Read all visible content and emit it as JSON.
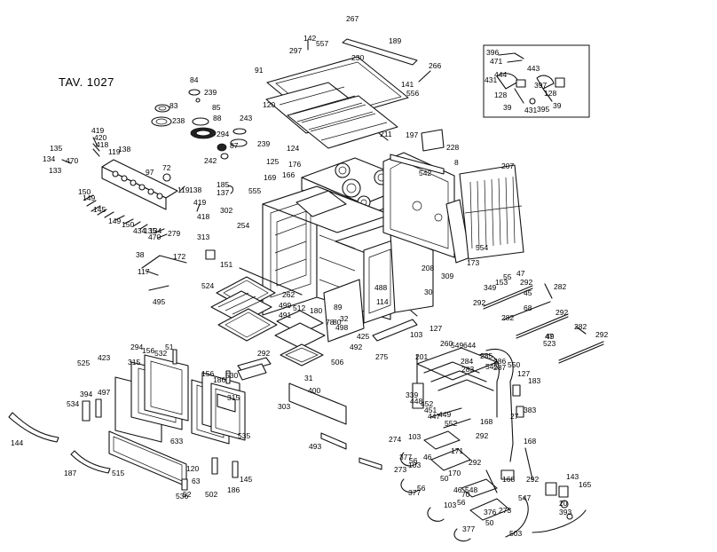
{
  "title": "TAV. 1027",
  "callouts": [
    "267",
    "142",
    "557",
    "189",
    "297",
    "230",
    "266",
    "91",
    "141",
    "556",
    "84",
    "239",
    "83",
    "85",
    "238",
    "88",
    "243",
    "294",
    "239",
    "87",
    "242",
    "120",
    "125",
    "124",
    "211",
    "176",
    "197",
    "228",
    "542",
    "8",
    "207",
    "419",
    "420",
    "418",
    "135",
    "134",
    "470",
    "133",
    "119",
    "138",
    "97",
    "72",
    "185",
    "137",
    "302",
    "119",
    "138",
    "419",
    "418",
    "150",
    "149",
    "145",
    "149",
    "150",
    "434",
    "135",
    "134",
    "470",
    "279",
    "555",
    "169",
    "166",
    "313",
    "254",
    "38",
    "117",
    "172",
    "151",
    "495",
    "524",
    "262",
    "499",
    "491",
    "512",
    "180",
    "89",
    "78",
    "80",
    "32",
    "498",
    "488",
    "208",
    "309",
    "173",
    "554",
    "30",
    "114",
    "425",
    "492",
    "506",
    "31",
    "292",
    "55",
    "47",
    "153",
    "292",
    "349",
    "282",
    "45",
    "292",
    "68",
    "282",
    "292",
    "47",
    "282",
    "292",
    "49",
    "523",
    "275",
    "103",
    "127",
    "260",
    "549",
    "644",
    "201",
    "284",
    "285",
    "283",
    "286",
    "287",
    "550",
    "545",
    "127",
    "339",
    "448",
    "452",
    "451",
    "449",
    "447",
    "183",
    "383",
    "27",
    "552",
    "168",
    "292",
    "168",
    "274",
    "103",
    "377",
    "56",
    "46",
    "171",
    "292",
    "170",
    "273",
    "103",
    "50",
    "70",
    "377",
    "56",
    "46",
    "548",
    "168",
    "292",
    "547",
    "273",
    "103",
    "56",
    "377",
    "50",
    "376",
    "503",
    "143",
    "165",
    "20",
    "393",
    "525",
    "423",
    "294",
    "156",
    "51",
    "315",
    "532",
    "156",
    "530",
    "315",
    "186",
    "394",
    "497",
    "534",
    "633",
    "535",
    "120",
    "63",
    "52",
    "536",
    "502",
    "186",
    "145",
    "144",
    "187",
    "515",
    "303",
    "400",
    "493"
  ],
  "inset": {
    "callouts": [
      "396",
      "471",
      "443",
      "431",
      "444",
      "128",
      "397",
      "128",
      "39",
      "431",
      "395",
      "39"
    ]
  }
}
